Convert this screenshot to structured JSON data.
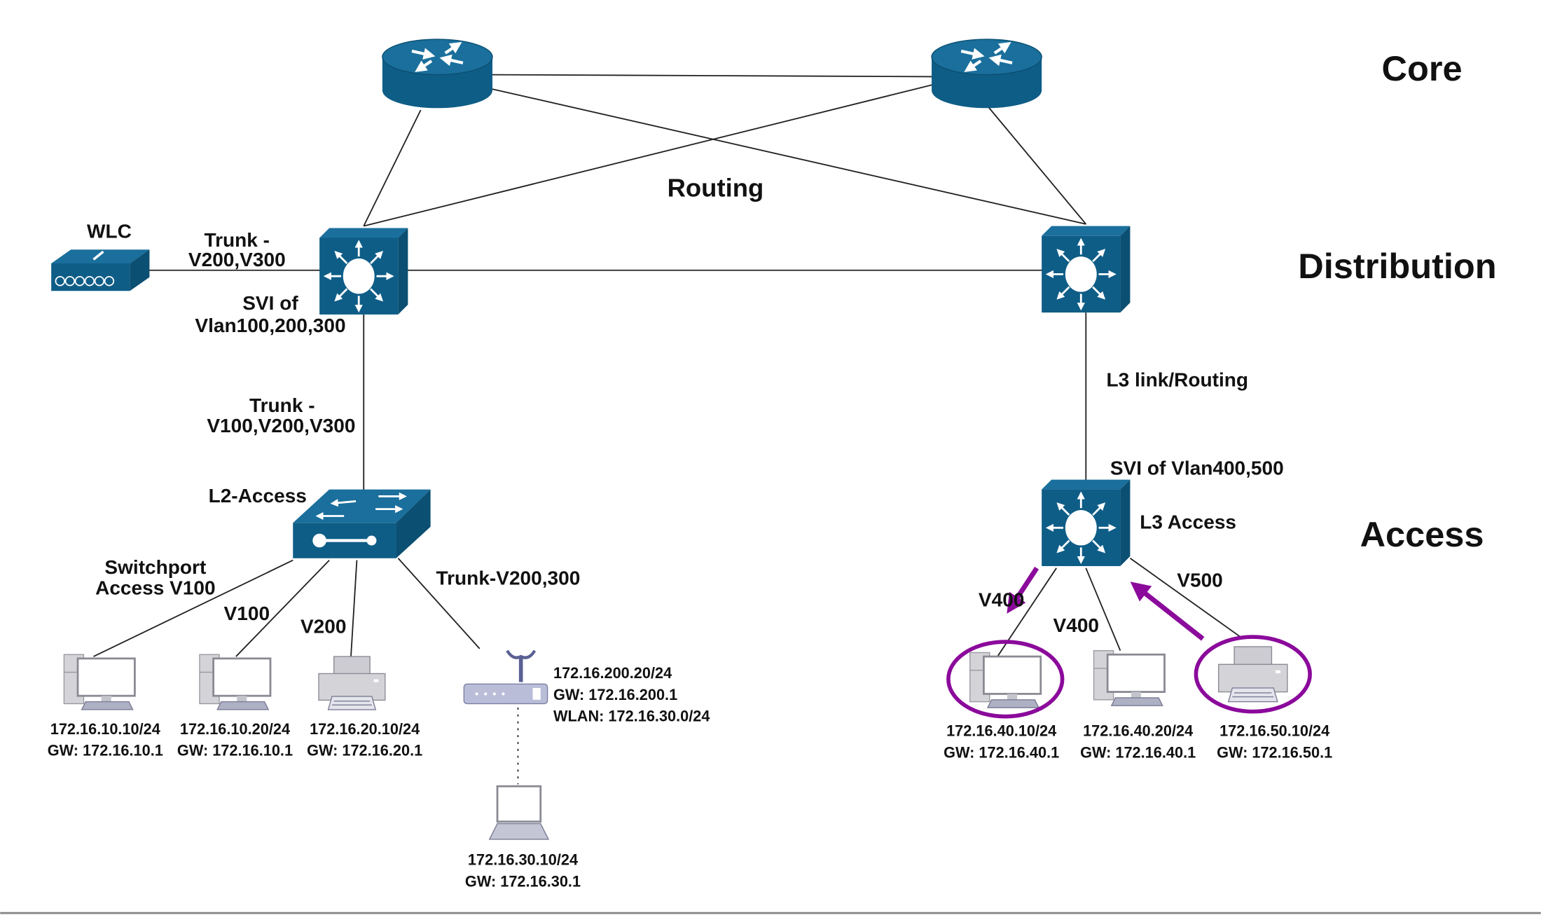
{
  "tiers": {
    "core": "Core",
    "distribution": "Distribution",
    "access": "Access"
  },
  "labels": {
    "routing": "Routing",
    "wlc": "WLC",
    "trunk_wlc_1": "Trunk -",
    "trunk_wlc_2": "V200,V300",
    "svi_left_1": "SVI of",
    "svi_left_2": "Vlan100,200,300",
    "trunk_down_1": "Trunk -",
    "trunk_down_2": "V100,V200,V300",
    "l2_access": "L2-Access",
    "switchport_1": "Switchport",
    "switchport_2": "Access V100",
    "v100": "V100",
    "v200": "V200",
    "trunk_ap": "Trunk-V200,300",
    "l3_link": "L3 link/Routing",
    "svi_right": "SVI of Vlan400,500",
    "l3_access": "L3 Access",
    "v400_a": "V400",
    "v400_b": "V400",
    "v500": "V500"
  },
  "hosts": [
    {
      "ip": "172.16.10.10/24",
      "gw": "GW: 172.16.10.1",
      "type": "pc"
    },
    {
      "ip": "172.16.10.20/24",
      "gw": "GW: 172.16.10.1",
      "type": "pc"
    },
    {
      "ip": "172.16.20.10/24",
      "gw": "GW: 172.16.20.1",
      "type": "printer"
    },
    {
      "ip": "172.16.30.10/24",
      "gw": "GW: 172.16.30.1",
      "type": "laptop"
    },
    {
      "ip": "172.16.40.10/24",
      "gw": "GW: 172.16.40.1",
      "type": "pc",
      "highlighted": true
    },
    {
      "ip": "172.16.40.20/24",
      "gw": "GW: 172.16.40.1",
      "type": "pc"
    },
    {
      "ip": "172.16.50.10/24",
      "gw": "GW: 172.16.50.1",
      "type": "printer",
      "highlighted": true
    }
  ],
  "access_point": {
    "ip": "172.16.200.20/24",
    "gw": "GW: 172.16.200.1",
    "wlan": "WLAN: 172.16.30.0/24"
  },
  "colors": {
    "device": "#0e5d87",
    "highlight": "#8b0a9b",
    "link": "#222222"
  }
}
